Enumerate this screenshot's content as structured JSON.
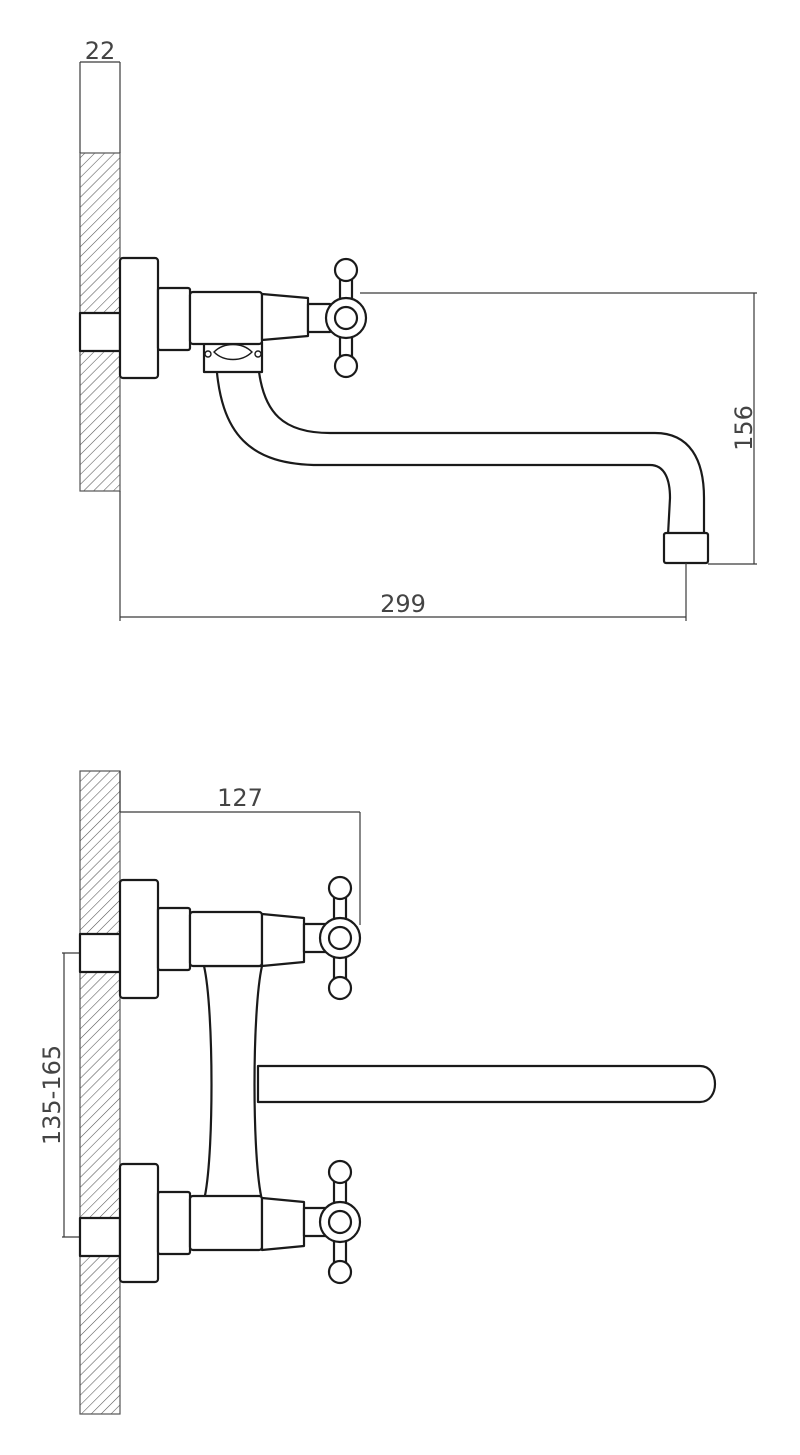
{
  "dimensions": {
    "wall_thickness": "22",
    "spout_height": "156",
    "spout_reach": "299",
    "handle_reach": "127",
    "inlet_spacing": "135-165"
  }
}
